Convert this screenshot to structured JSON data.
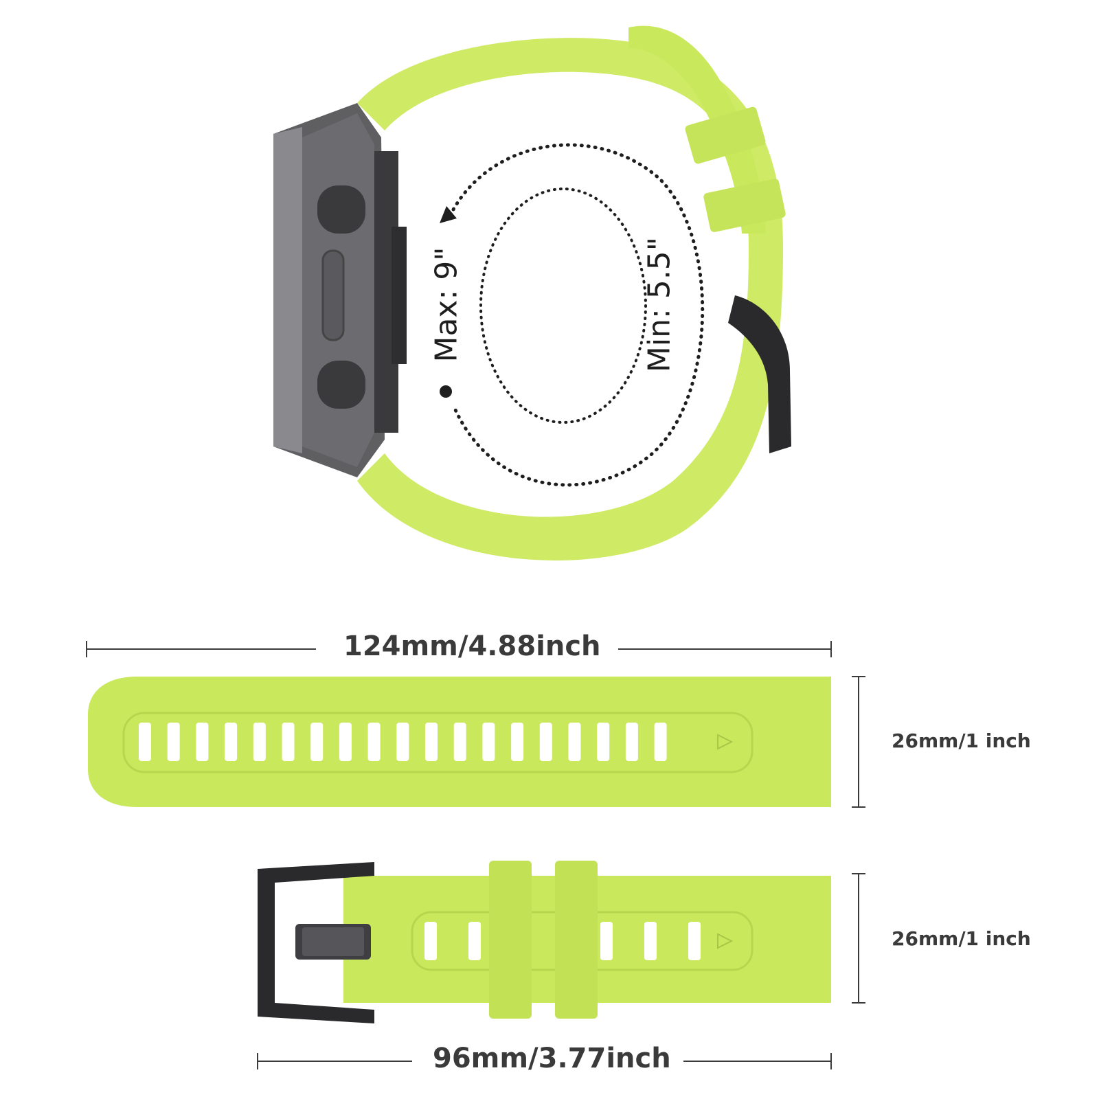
{
  "colors": {
    "band": "#c9e85c",
    "band_light": "#d4ee73",
    "band_shadow": "#b3d243",
    "hole": "#ffffff",
    "case": "#5f5f62",
    "case_dark": "#3a3a3d",
    "buckle": "#2a2a2d",
    "ink": "#3a3a3a"
  },
  "icons": [
    "watch-case-icon",
    "buckle-icon",
    "arrow-icon"
  ],
  "circumference": {
    "max_label": "Max: 9\"",
    "min_label": "Min: 5.5\""
  },
  "long_strap": {
    "length_label": "124mm/4.88inch",
    "width_label": "26mm/1 inch",
    "hole_count": 19
  },
  "short_strap": {
    "length_label": "96mm/3.77inch",
    "width_label": "26mm/1 inch",
    "hole_count": 7
  }
}
